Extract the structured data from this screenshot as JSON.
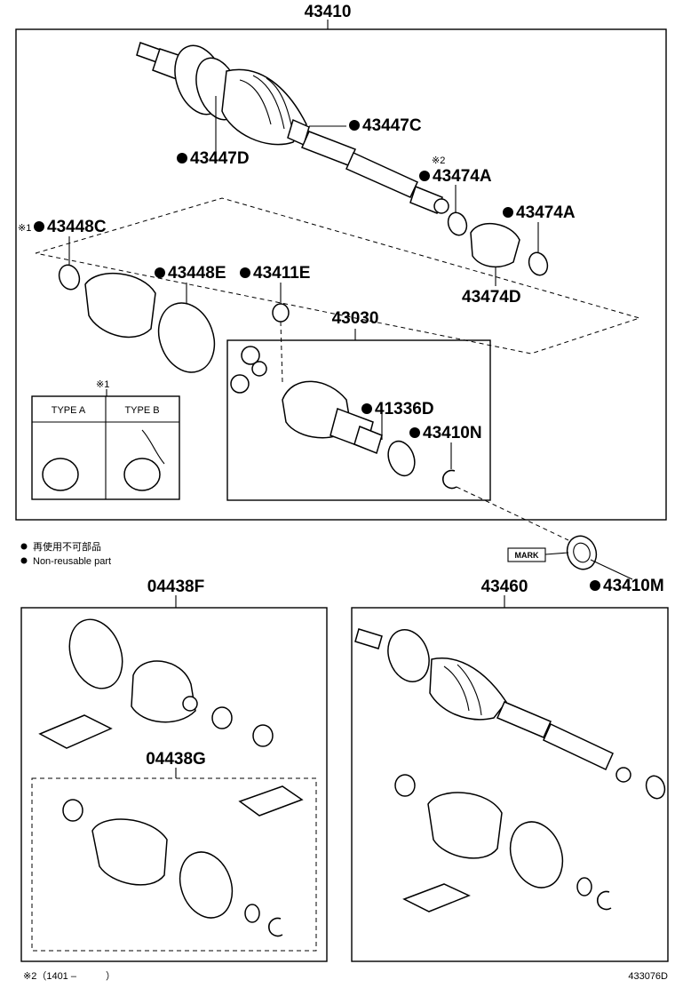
{
  "labels": {
    "p43410": "43410",
    "p43447C": "43447C",
    "p43447D": "43447D",
    "note2_mark": "※2",
    "p43474A_1": "43474A",
    "p43474A_2": "43474A",
    "note1_mark": "※1",
    "p43448C": "43448C",
    "p43448E": "43448E",
    "p43411E": "43411E",
    "p43474D": "43474D",
    "p43030": "43030",
    "p41336D": "41336D",
    "p43410N": "43410N",
    "note1_box_mark": "※1",
    "type_a": "TYPE A",
    "type_b": "TYPE B",
    "p43410M": "43410M",
    "mark": "MARK",
    "p04438F": "04438F",
    "p04438G": "04438G",
    "p43460": "43460"
  },
  "legend": {
    "jp": "再使用不可部品",
    "en": "Non-reusable part"
  },
  "footer": {
    "note2": "※2（1401 –　　　）",
    "code": "433076D"
  }
}
